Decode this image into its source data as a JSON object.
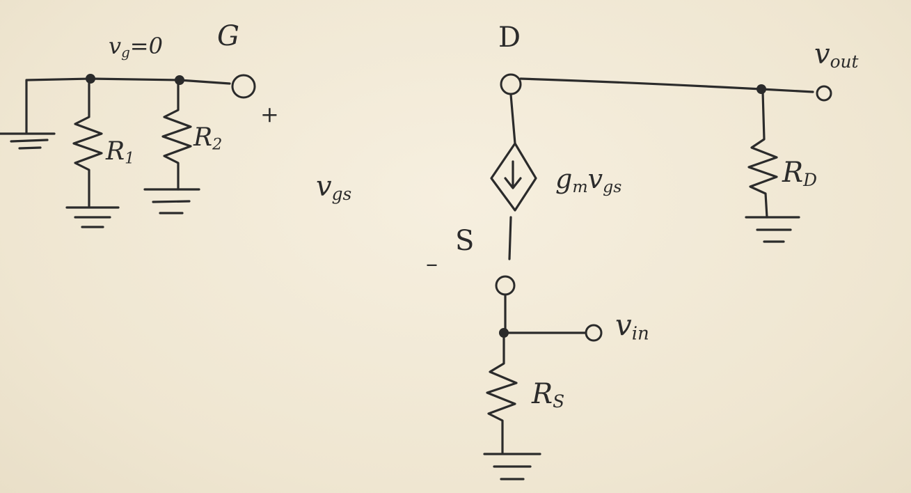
{
  "labels": {
    "vg_eq": "v",
    "vg_eq_sub": "g",
    "vg_eq_rest": "=0",
    "gate": "G",
    "drain": "D",
    "source": "S",
    "plus": "+",
    "minus": "–",
    "vgs": "v",
    "vgs_sub": "gs",
    "r1": "R",
    "r1_sub": "1",
    "r2": "R",
    "r2_sub": "2",
    "rd": "R",
    "rd_sub": "D",
    "rs": "R",
    "rs_sub": "S",
    "gm": "g",
    "gm_sub": "m",
    "gm_v": "v",
    "gm_v_sub": "gs",
    "vout": "v",
    "vout_sub": "out",
    "vin": "v",
    "vin_sub": "in"
  }
}
